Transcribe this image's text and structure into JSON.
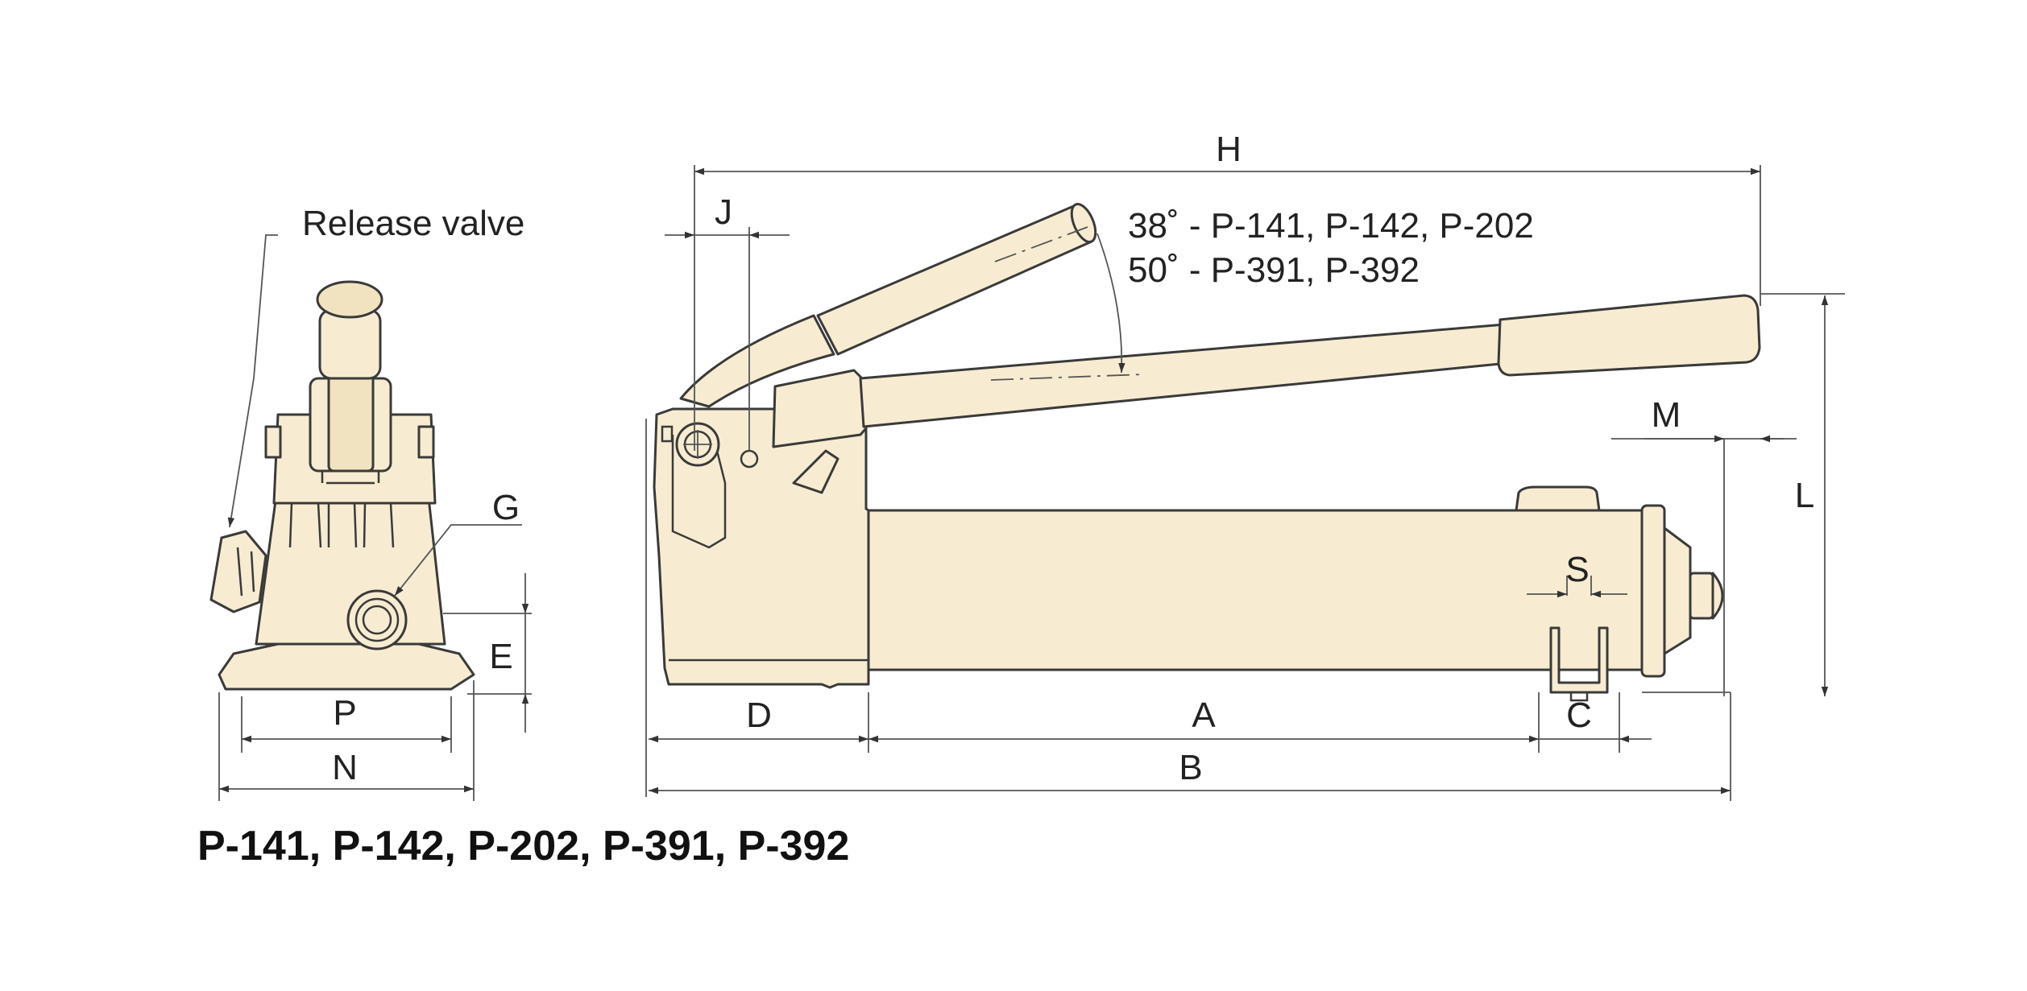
{
  "colors": {
    "body_fill": "#f7ecd1",
    "outline": "#3a3a3a",
    "dimension_line": "#555555"
  },
  "callouts": {
    "release_valve": "Release valve"
  },
  "angle_notes": {
    "line1": "38˚ - P-141, P-142, P-202",
    "line2": "50˚ - P-391, P-392"
  },
  "dimensions": {
    "H": "H",
    "J": "J",
    "M": "M",
    "L": "L",
    "G": "G",
    "S": "S",
    "E": "E",
    "P": "P",
    "N": "N",
    "D": "D",
    "A": "A",
    "C": "C",
    "B": "B"
  },
  "models_caption": "P-141, P-142, P-202, P-391, P-392"
}
